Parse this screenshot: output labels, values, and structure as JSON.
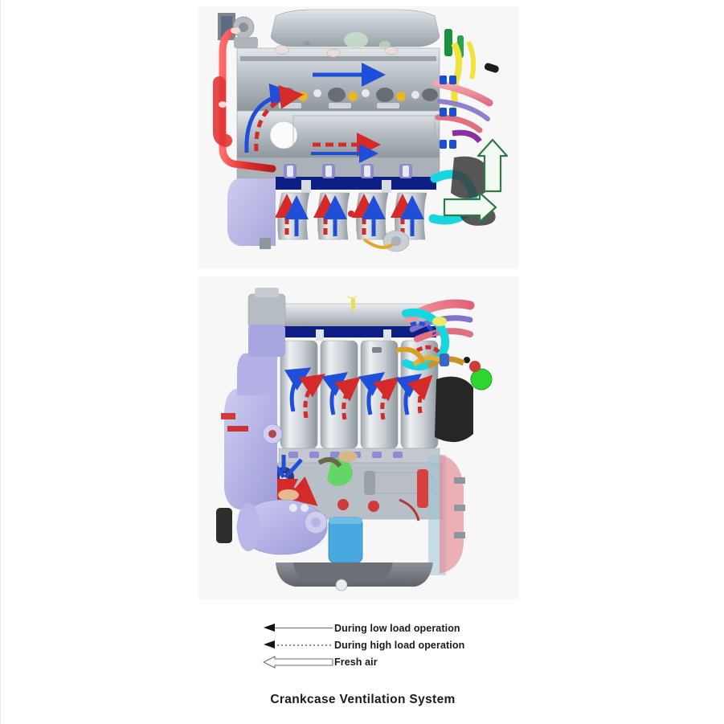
{
  "document": {
    "caption": "Crankcase Ventilation System",
    "background_color": "#ffffff",
    "panel_background": "#f7f7f7"
  },
  "figures": [
    {
      "id": "figure-top",
      "view": "cylinder head and intake manifold cutaway, side view",
      "description": "Engine cutaway showing camshafts, valve train, intake runners and fuel rail with blown-by gas flow arrows",
      "flow_arrows": {
        "low_load_color": "#1f4fd8",
        "high_load_color": "#d42a2a",
        "fresh_air_color": "#2f7a45"
      }
    },
    {
      "id": "figure-bottom",
      "view": "engine front view with intake manifold",
      "description": "Front view of engine showing intake manifold runners, A/C compressor, oil filter and oil pan with ventilation flow arrows",
      "flow_arrows": {
        "low_load_color": "#1f4fd8",
        "high_load_color": "#d42a2a",
        "fresh_air_color": "#2f7a45"
      }
    }
  ],
  "legend": {
    "items": [
      {
        "symbol": "solid-arrow",
        "label": "During low load operation"
      },
      {
        "symbol": "dotted-arrow",
        "label": "During high load operation"
      },
      {
        "symbol": "hollow-arrow",
        "label": "Fresh air"
      }
    ]
  },
  "colors": {
    "low_load_arrow": "#1f4fd8",
    "high_load_arrow": "#d42a2a",
    "fresh_air_arrow": "#2f7a45",
    "fuel_rail": "#0d1f84",
    "coolant_hose_red": "#e03a3a",
    "coolant_hose_pink": "#f08a92",
    "vacuum_hose_cyan": "#18d6e0",
    "harness_yellow": "#f2e33a",
    "timing_cover_purple": "#a9a8de",
    "oil_filter_blue": "#4aa8e0",
    "engine_gray": "#b9bfc6",
    "cam_cover_gray": "#c9ced3",
    "oil_pan_gray": "#6f7478",
    "ecu_black": "#2a2a2a",
    "cap_green": "#2fd62f",
    "legend_text": "#1a1a1a"
  }
}
